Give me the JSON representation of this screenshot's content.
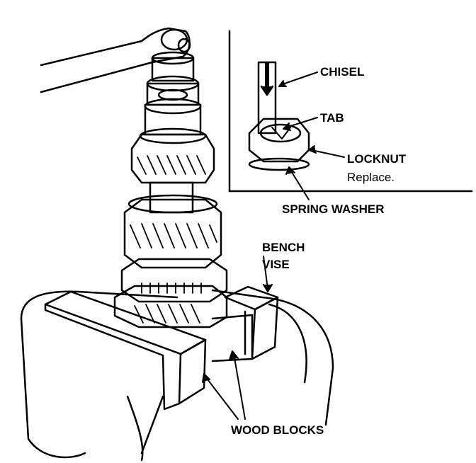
{
  "labels": {
    "chisel": "CHISEL",
    "tab": "TAB",
    "locknut": "LOCKNUT",
    "replace": "Replace.",
    "spring_washer": "SPRING WASHER",
    "bench": "BENCH",
    "vise": "VISE",
    "wood_blocks": "WOOD BLOCKS"
  },
  "colors": {
    "ink": "#000000",
    "paper": "#ffffff"
  }
}
